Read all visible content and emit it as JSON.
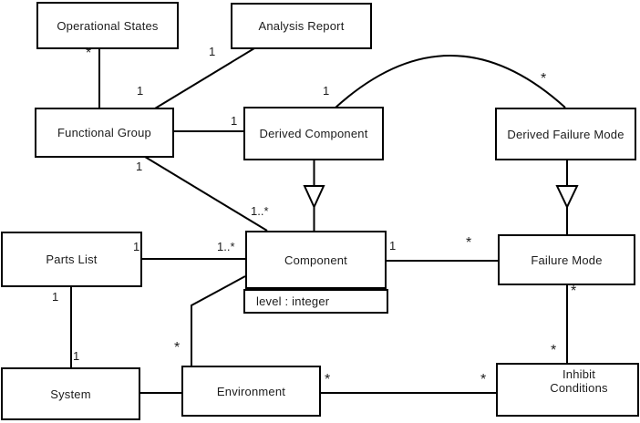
{
  "canvas": {
    "background_color": "#ffffff",
    "line_color": "#000000",
    "text_color": "#1c1c1c"
  },
  "diagram_type": "uml-class-diagram",
  "classes": {
    "operational_states": {
      "name": "Operational States"
    },
    "analysis_report": {
      "name": "Analysis Report"
    },
    "functional_group": {
      "name": "Functional Group"
    },
    "derived_component": {
      "name": "Derived Component"
    },
    "derived_failure_mode": {
      "name": "Derived Failure Mode"
    },
    "parts_list": {
      "name": "Parts List"
    },
    "component": {
      "name": "Component",
      "attribute": "level : integer"
    },
    "failure_mode": {
      "name": "Failure Mode"
    },
    "system": {
      "name": "System"
    },
    "environment": {
      "name": "Environment"
    },
    "inhibit_conditions": {
      "name_line1": "Inhibit",
      "name_line2": "Conditions"
    }
  },
  "multiplicities": {
    "operational_states_end": "*",
    "functional_group_end_from_operational_states": "1",
    "analysis_report_end": "1",
    "derived_component_end_from_functional_group": "1",
    "derived_component_end_arc": "1",
    "derived_failure_mode_end_arc": "*",
    "functional_group_end_to_component": "1",
    "component_end_from_functional_group": "1..*",
    "parts_list_end_to_component": "1",
    "component_end_from_parts_list": "1..*",
    "component_end_to_failure_mode": "1",
    "failure_mode_end_from_component": "*",
    "parts_list_end_to_system": "1",
    "system_end_from_parts_list": "1",
    "environment_end_to_component": "*",
    "failure_mode_end_to_inhibit": "*",
    "inhibit_end_from_failure_mode": "*",
    "environment_end_to_inhibit": "*",
    "inhibit_end_from_environment": "*"
  }
}
